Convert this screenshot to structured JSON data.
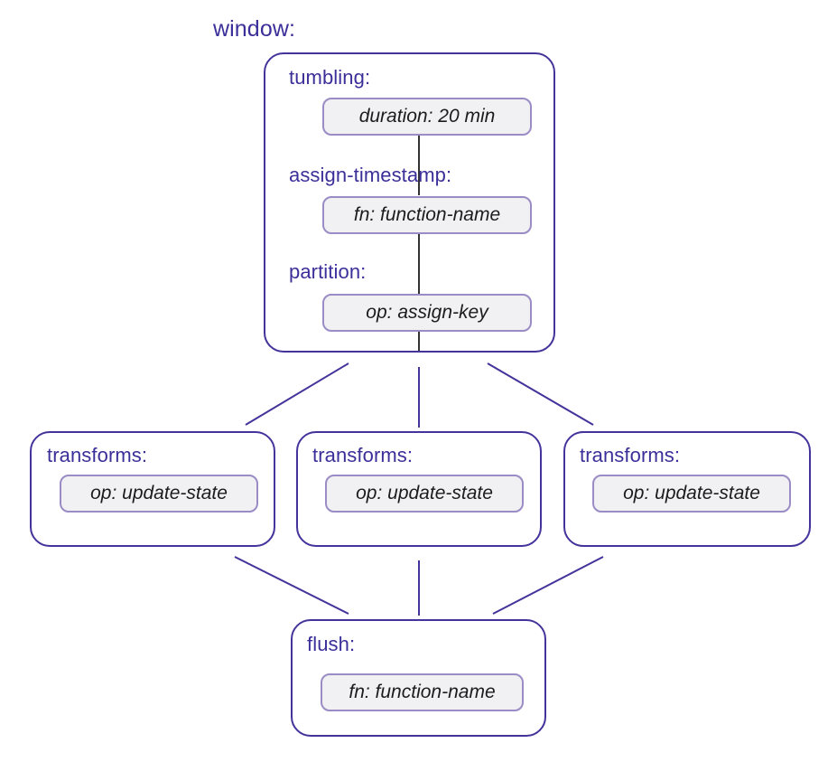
{
  "diagram": {
    "root_label": "window:",
    "colors": {
      "node_border": "#44339b",
      "chip_border": "#9b8cc6",
      "chip_fill": "#f1f0f2",
      "label_text": "#3b2f99",
      "chip_text": "#1c1c1c",
      "edge_outer": "#44339b",
      "edge_inner": "#333333",
      "background": "#ffffff"
    },
    "window_node": {
      "name": "window-node",
      "sections": [
        {
          "label": "tumbling:",
          "chip": "duration: 20 min"
        },
        {
          "label": "assign-timestamp:",
          "chip": "fn: function-name"
        },
        {
          "label": "partition:",
          "chip": "op: assign-key"
        }
      ]
    },
    "transform_nodes": [
      {
        "name": "transforms-node-left",
        "label": "transforms:",
        "chip": "op: update-state"
      },
      {
        "name": "transforms-node-center",
        "label": "transforms:",
        "chip": "op: update-state"
      },
      {
        "name": "transforms-node-right",
        "label": "transforms:",
        "chip": "op: update-state"
      }
    ],
    "flush_node": {
      "name": "flush-node",
      "label": "flush:",
      "chip": "fn: function-name"
    }
  }
}
